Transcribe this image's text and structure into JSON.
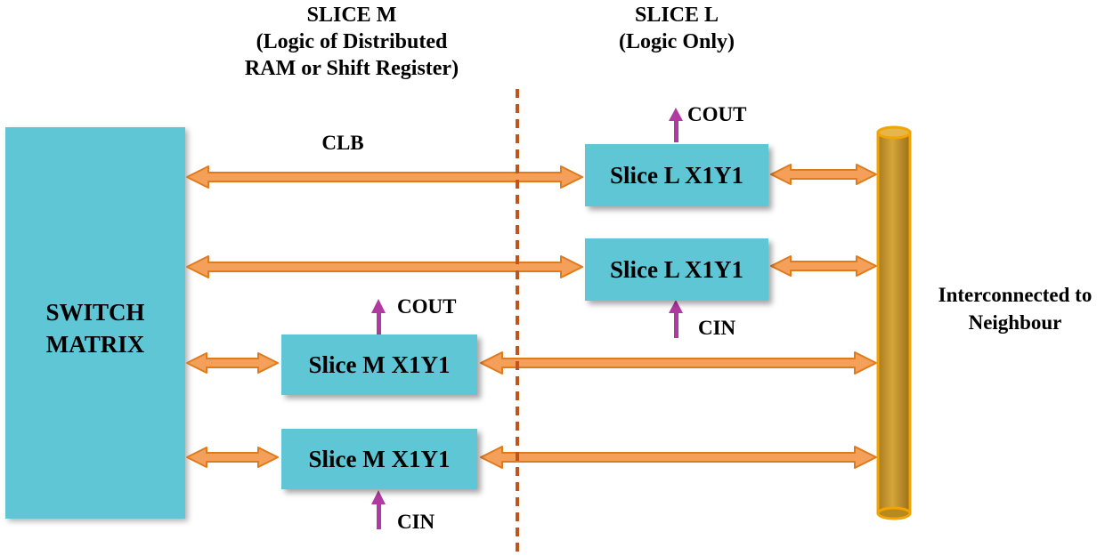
{
  "header": {
    "slice_m": {
      "line1": "SLICE M",
      "line2": "(Logic of Distributed",
      "line3": "RAM or Shift Register)"
    },
    "slice_l": {
      "line1": "SLICE L",
      "line2": "(Logic Only)"
    }
  },
  "switch_matrix": {
    "line1": "SWITCH",
    "line2": "MATRIX"
  },
  "clb_label": "CLB",
  "slices": [
    {
      "label": "Slice L X1Y1"
    },
    {
      "label": "Slice L X1Y1"
    },
    {
      "label": "Slice M X1Y1"
    },
    {
      "label": "Slice M X1Y1"
    }
  ],
  "signals": {
    "cout_l": "COUT",
    "cin_l": "CIN",
    "cout_m": "COUT",
    "cin_m": "CIN"
  },
  "interconnect": {
    "line1": "Interconnected to",
    "line2": "Neighbour"
  },
  "colors": {
    "box_fill": "#5fc6d6",
    "arrow_fill": "#f5a05a",
    "arrow_stroke": "#e07b1c",
    "carry_arrow": "#b03aa0",
    "divider": "#c0541b",
    "bus_fill": "#c0922c"
  }
}
